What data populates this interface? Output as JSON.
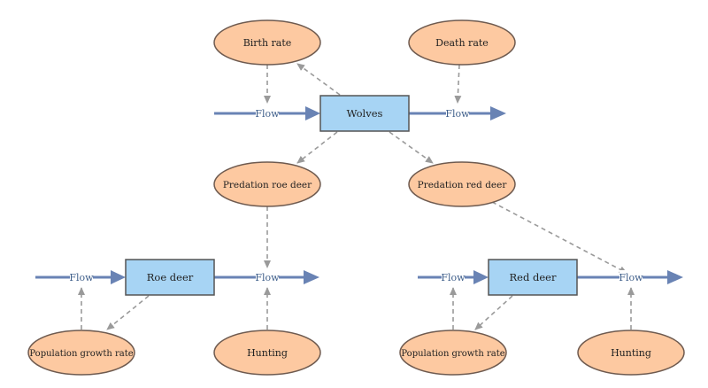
{
  "colors": {
    "stock_fill": "#a7d4f4",
    "stock_stroke": "#555555",
    "aux_fill": "#fdc9a1",
    "aux_stroke": "#6e5a4f",
    "flow_color": "#6983b4",
    "link_color": "#9a9a9a"
  },
  "stocks": {
    "wolves": "Wolves",
    "roe_deer": "Roe deer",
    "red_deer": "Red deer"
  },
  "auxiliaries": {
    "birth_rate": "Birth rate",
    "death_rate": "Death rate",
    "predation_roe": "Predation roe deer",
    "predation_red": "Predation red deer",
    "pop_growth_roe": "Population growth rate",
    "pop_growth_red": "Population growth rate",
    "hunting_roe": "Hunting",
    "hunting_red": "Hunting"
  },
  "flows": {
    "wolves_in": "Flow",
    "wolves_out": "Flow",
    "roe_in": "Flow",
    "roe_out": "Flow",
    "red_in": "Flow",
    "red_out": "Flow"
  }
}
